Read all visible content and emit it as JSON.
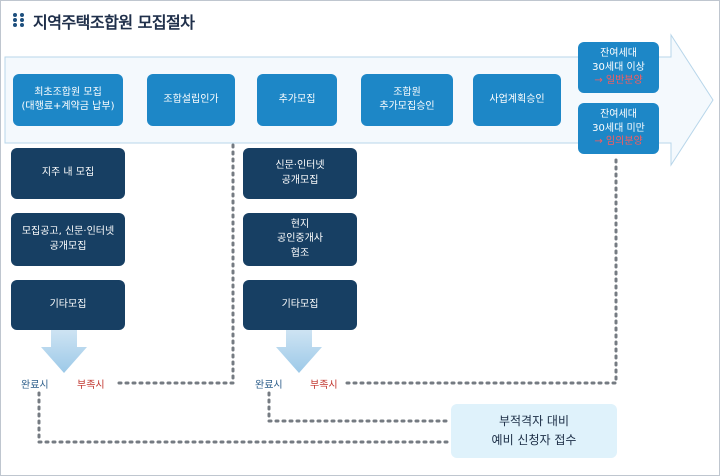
{
  "title": "지역주택조합원 모집절차",
  "colors": {
    "step_blue": "#1d87c7",
    "sub_navy": "#173f63",
    "note_bg": "#dff2fb",
    "shortage_red": "#c0332b",
    "complete_blue": "#2b5d8a"
  },
  "steps": [
    "최초조합원 모집\n(대행료+계약금 납부)",
    "조합설립인가",
    "추가모집",
    "조합원\n추가모집승인",
    "사업계획승인"
  ],
  "remaining_units": [
    {
      "line1": "잔여세대",
      "line2": "30세대 이상",
      "line3": "→ 일반분양"
    },
    {
      "line1": "잔여세대",
      "line2": "30세대 미만",
      "line3": "→ 임의분양"
    }
  ],
  "initial_methods": [
    "지주 내 모집",
    "모집공고, 신문·인터넷\n공개모집",
    "기타모집"
  ],
  "additional_methods": [
    "신문·인터넷\n공개모집",
    "현지\n공인중개사\n협조",
    "기타모집"
  ],
  "initial_outcome": {
    "complete": "완료시",
    "shortage": "부족시"
  },
  "additional_outcome": {
    "complete": "완료시",
    "shortage": "부족시"
  },
  "note": "부적격자 대비\n예비 신청자 접수"
}
